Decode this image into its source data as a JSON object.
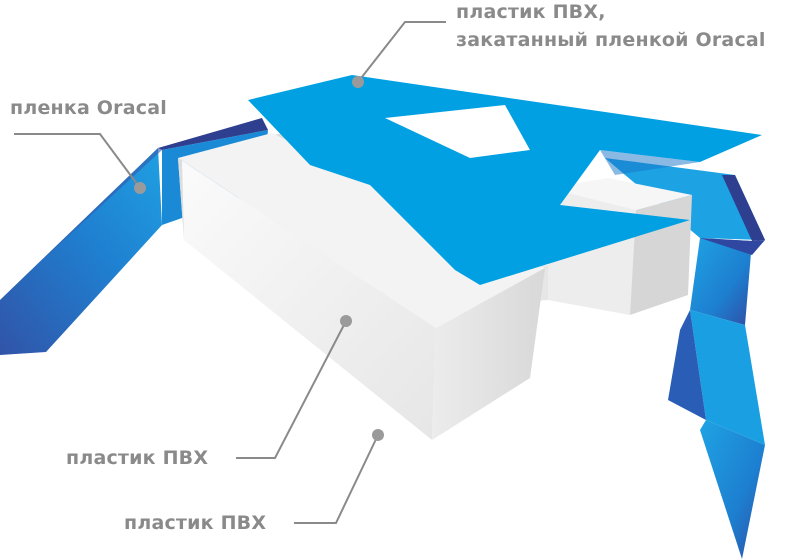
{
  "labels": {
    "top_line1": "пластик ПВХ,",
    "top_line2": "закатанный пленкой Oracal",
    "film": "пленка Oracal",
    "pvc_side": "пластик ПВХ",
    "pvc_bottom": "пластик ПВХ"
  },
  "colors": {
    "face": "#00a0e3",
    "band_light": "#1e9bdc",
    "band_dark": "#2f3f8f",
    "pvc_light": "#f4f4f4",
    "pvc_mid": "#e3e3e3",
    "pvc_dark": "#cfcfcf",
    "leader": "#8a8a8a",
    "label": "#8a8a8a"
  }
}
